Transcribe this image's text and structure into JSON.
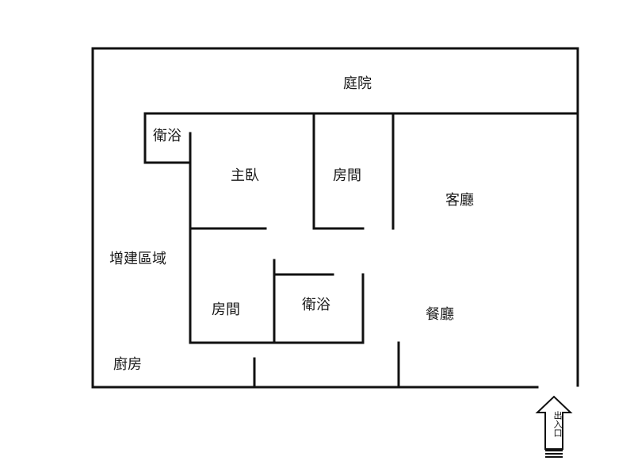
{
  "rooms": {
    "courtyard": "庭院",
    "bath_top": "衛浴",
    "master_bedroom": "主臥",
    "room_top": "房間",
    "living_room": "客廳",
    "extension_area": "增建區域",
    "room_bottom": "房間",
    "bath_bottom": "衛浴",
    "dining_room": "餐廳",
    "kitchen": "廚房"
  },
  "entrance": {
    "label": "出入口",
    "icon": "up-arrow-icon"
  },
  "colors": {
    "wall": "#111111",
    "background": "#ffffff",
    "text": "#1a1a1a"
  }
}
